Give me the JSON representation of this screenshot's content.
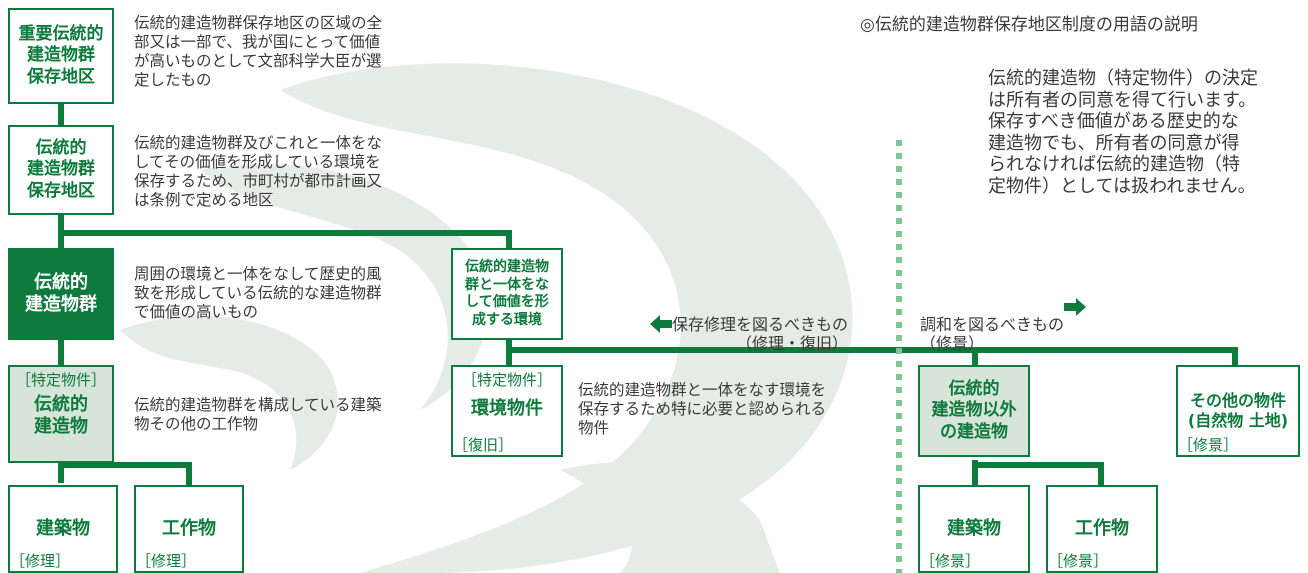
{
  "header_title": "◎伝統的建造物群保存地区制度の用語の説明",
  "side_note": "伝統的建造物（特定物件）の決定\nは所有者の同意を得て行います。\n保存すべき価値がある歴史的な\n建造物でも、所有者の同意が得\nられなければ伝統的建造物（特\n定物件）としては扱われません。",
  "boxes": {
    "juyo": "重要伝統的\n建造物群\n保存地区",
    "hozon": "伝統的\n建造物群\n保存地区",
    "gun": "伝統的\n建造物群",
    "tokutei_tag": "［特定物件］",
    "dentoteki": "伝統的\n建造物",
    "kankyo": "伝統的建造物\n群と一体をな\nして価値を形\n成する環境",
    "kankyo_tag": "［特定物件］",
    "kankyo_bukken": "環境物件",
    "kankyo_fukkyu": "［復旧］",
    "igai": "伝統的\n建造物以外\nの建造物",
    "sonota": "その他の物件\n(自然物 土地)",
    "sonota_tag": "［修景］",
    "kenchiku_l": "建築物",
    "kenchiku_l_tag": "［修理］",
    "kosaku_l": "工作物",
    "kosaku_l_tag": "［修理］",
    "kenchiku_r": "建築物",
    "kenchiku_r_tag": "［修景］",
    "kosaku_r": "工作物",
    "kosaku_r_tag": "［修景］"
  },
  "descriptions": {
    "juyo": "伝統的建造物群保存地区の区域の全\n部又は一部で、我が国にとって価値\nが高いものとして文部科学大臣が選\n定したもの",
    "hozon": "伝統的建造物群及びこれと一体をな\nしてその価値を形成している環境を\n保存するため、市町村が都市計画又\nは条例で定める地区",
    "gun": "周囲の環境と一体をなして歴史的風\n致を形成している伝統的な建造物群\nで価値の高いもの",
    "dentoteki": "伝統的建造物群を構成している建築\n物その他の工作物",
    "kankyo": "伝統的建造物群と一体をなす環境を\n保存するため特に必要と認められる\n物件"
  },
  "arrows": {
    "left": "保存修理を図るべきもの\n（修理・復旧）",
    "right": "調和を図るべきもの\n（修景）"
  },
  "colors": {
    "accent": "#0e7a3c",
    "tint": "#d6e4da",
    "dots": "#7fc697"
  }
}
